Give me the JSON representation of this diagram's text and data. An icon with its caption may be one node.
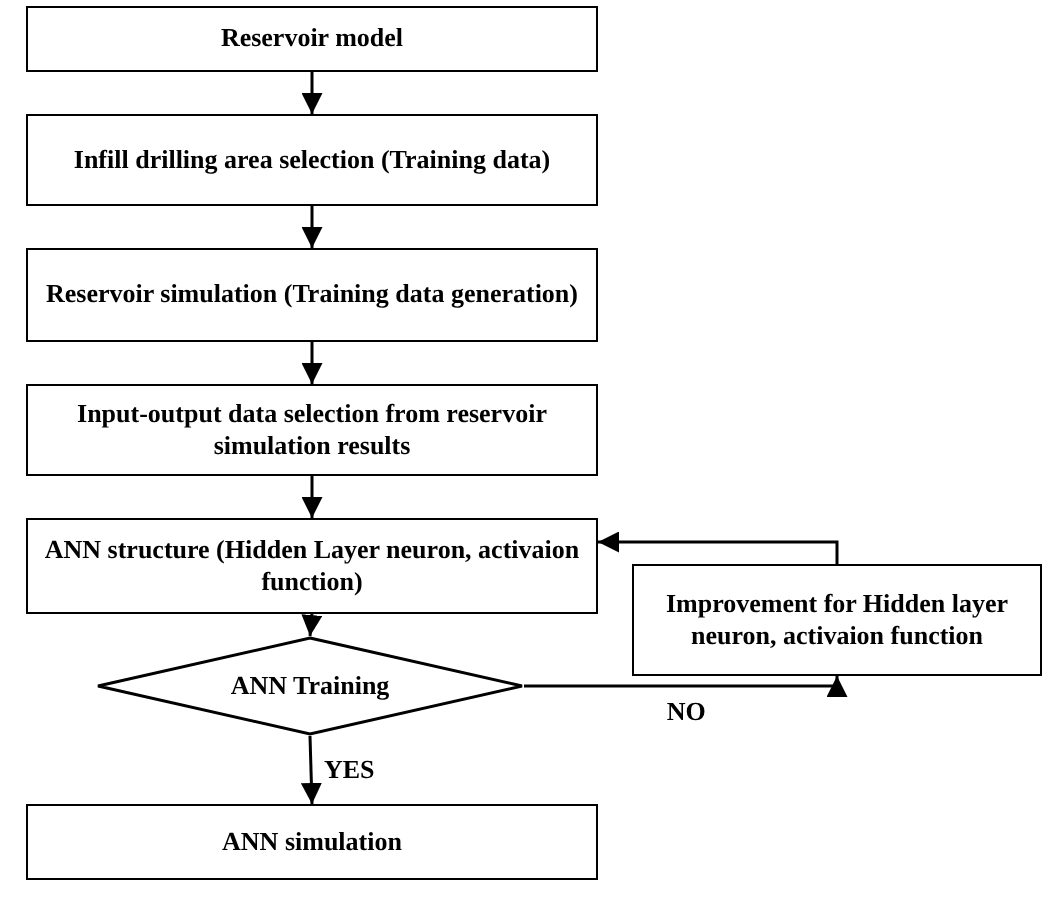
{
  "diagram": {
    "nodes": [
      {
        "text": [
          "Reservoir model"
        ]
      },
      {
        "text": [
          "Infill drilling area selection (Training data)"
        ]
      },
      {
        "text": [
          "Reservoir simulation (Training data generation)"
        ]
      },
      {
        "text": [
          "Input-output data selection from reservoir simulation results"
        ]
      },
      {
        "text": [
          "ANN structure (Hidden Layer neuron, activaion function)"
        ]
      },
      {
        "text": [
          "ANN Training"
        ]
      },
      {
        "text": [
          "Improvement for Hidden layer neuron, activaion function"
        ]
      },
      {
        "text": [
          "ANN simulation"
        ]
      }
    ],
    "edges": [
      {
        "from": 0,
        "to": 1,
        "arrow": "to"
      },
      {
        "from": 1,
        "to": 2,
        "arrow": "to"
      },
      {
        "from": 2,
        "to": 3,
        "arrow": "to"
      },
      {
        "from": 3,
        "to": 4,
        "arrow": "to"
      },
      {
        "from": 4,
        "to": 5,
        "arrow": "to"
      },
      {
        "from": 5,
        "to": 6,
        "arrow": "to",
        "label": "NO"
      },
      {
        "from": 6,
        "to": 4,
        "arrow": "to"
      },
      {
        "from": 5,
        "to": 7,
        "arrow": "to",
        "label": "YES"
      }
    ]
  }
}
